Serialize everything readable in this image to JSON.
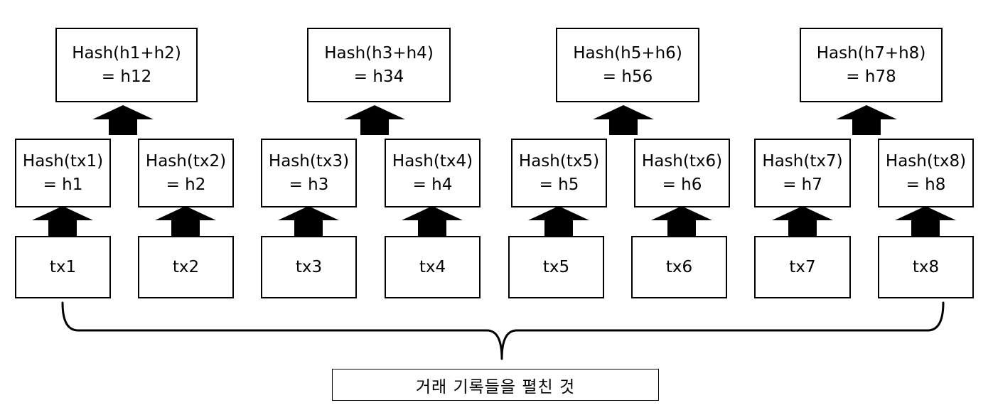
{
  "diagram": {
    "caption": "거래 기록들을 펼친 것",
    "tx_boxes": [
      {
        "label": "tx1"
      },
      {
        "label": "tx2"
      },
      {
        "label": "tx3"
      },
      {
        "label": "tx4"
      },
      {
        "label": "tx5"
      },
      {
        "label": "tx6"
      },
      {
        "label": "tx7"
      },
      {
        "label": "tx8"
      }
    ],
    "leaf_hashes": [
      {
        "line1": "Hash(tx1)",
        "line2": "= h1"
      },
      {
        "line1": "Hash(tx2)",
        "line2": "= h2"
      },
      {
        "line1": "Hash(tx3)",
        "line2": "= h3"
      },
      {
        "line1": "Hash(tx4)",
        "line2": "= h4"
      },
      {
        "line1": "Hash(tx5)",
        "line2": "= h5"
      },
      {
        "line1": "Hash(tx6)",
        "line2": "= h6"
      },
      {
        "line1": "Hash(tx7)",
        "line2": "= h7"
      },
      {
        "line1": "Hash(tx8)",
        "line2": "= h8"
      }
    ],
    "pair_hashes": [
      {
        "line1": "Hash(h1+h2)",
        "line2": "= h12"
      },
      {
        "line1": "Hash(h3+h4)",
        "line2": "= h34"
      },
      {
        "line1": "Hash(h5+h6)",
        "line2": "= h56"
      },
      {
        "line1": "Hash(h7+h8)",
        "line2": "= h78"
      }
    ]
  }
}
